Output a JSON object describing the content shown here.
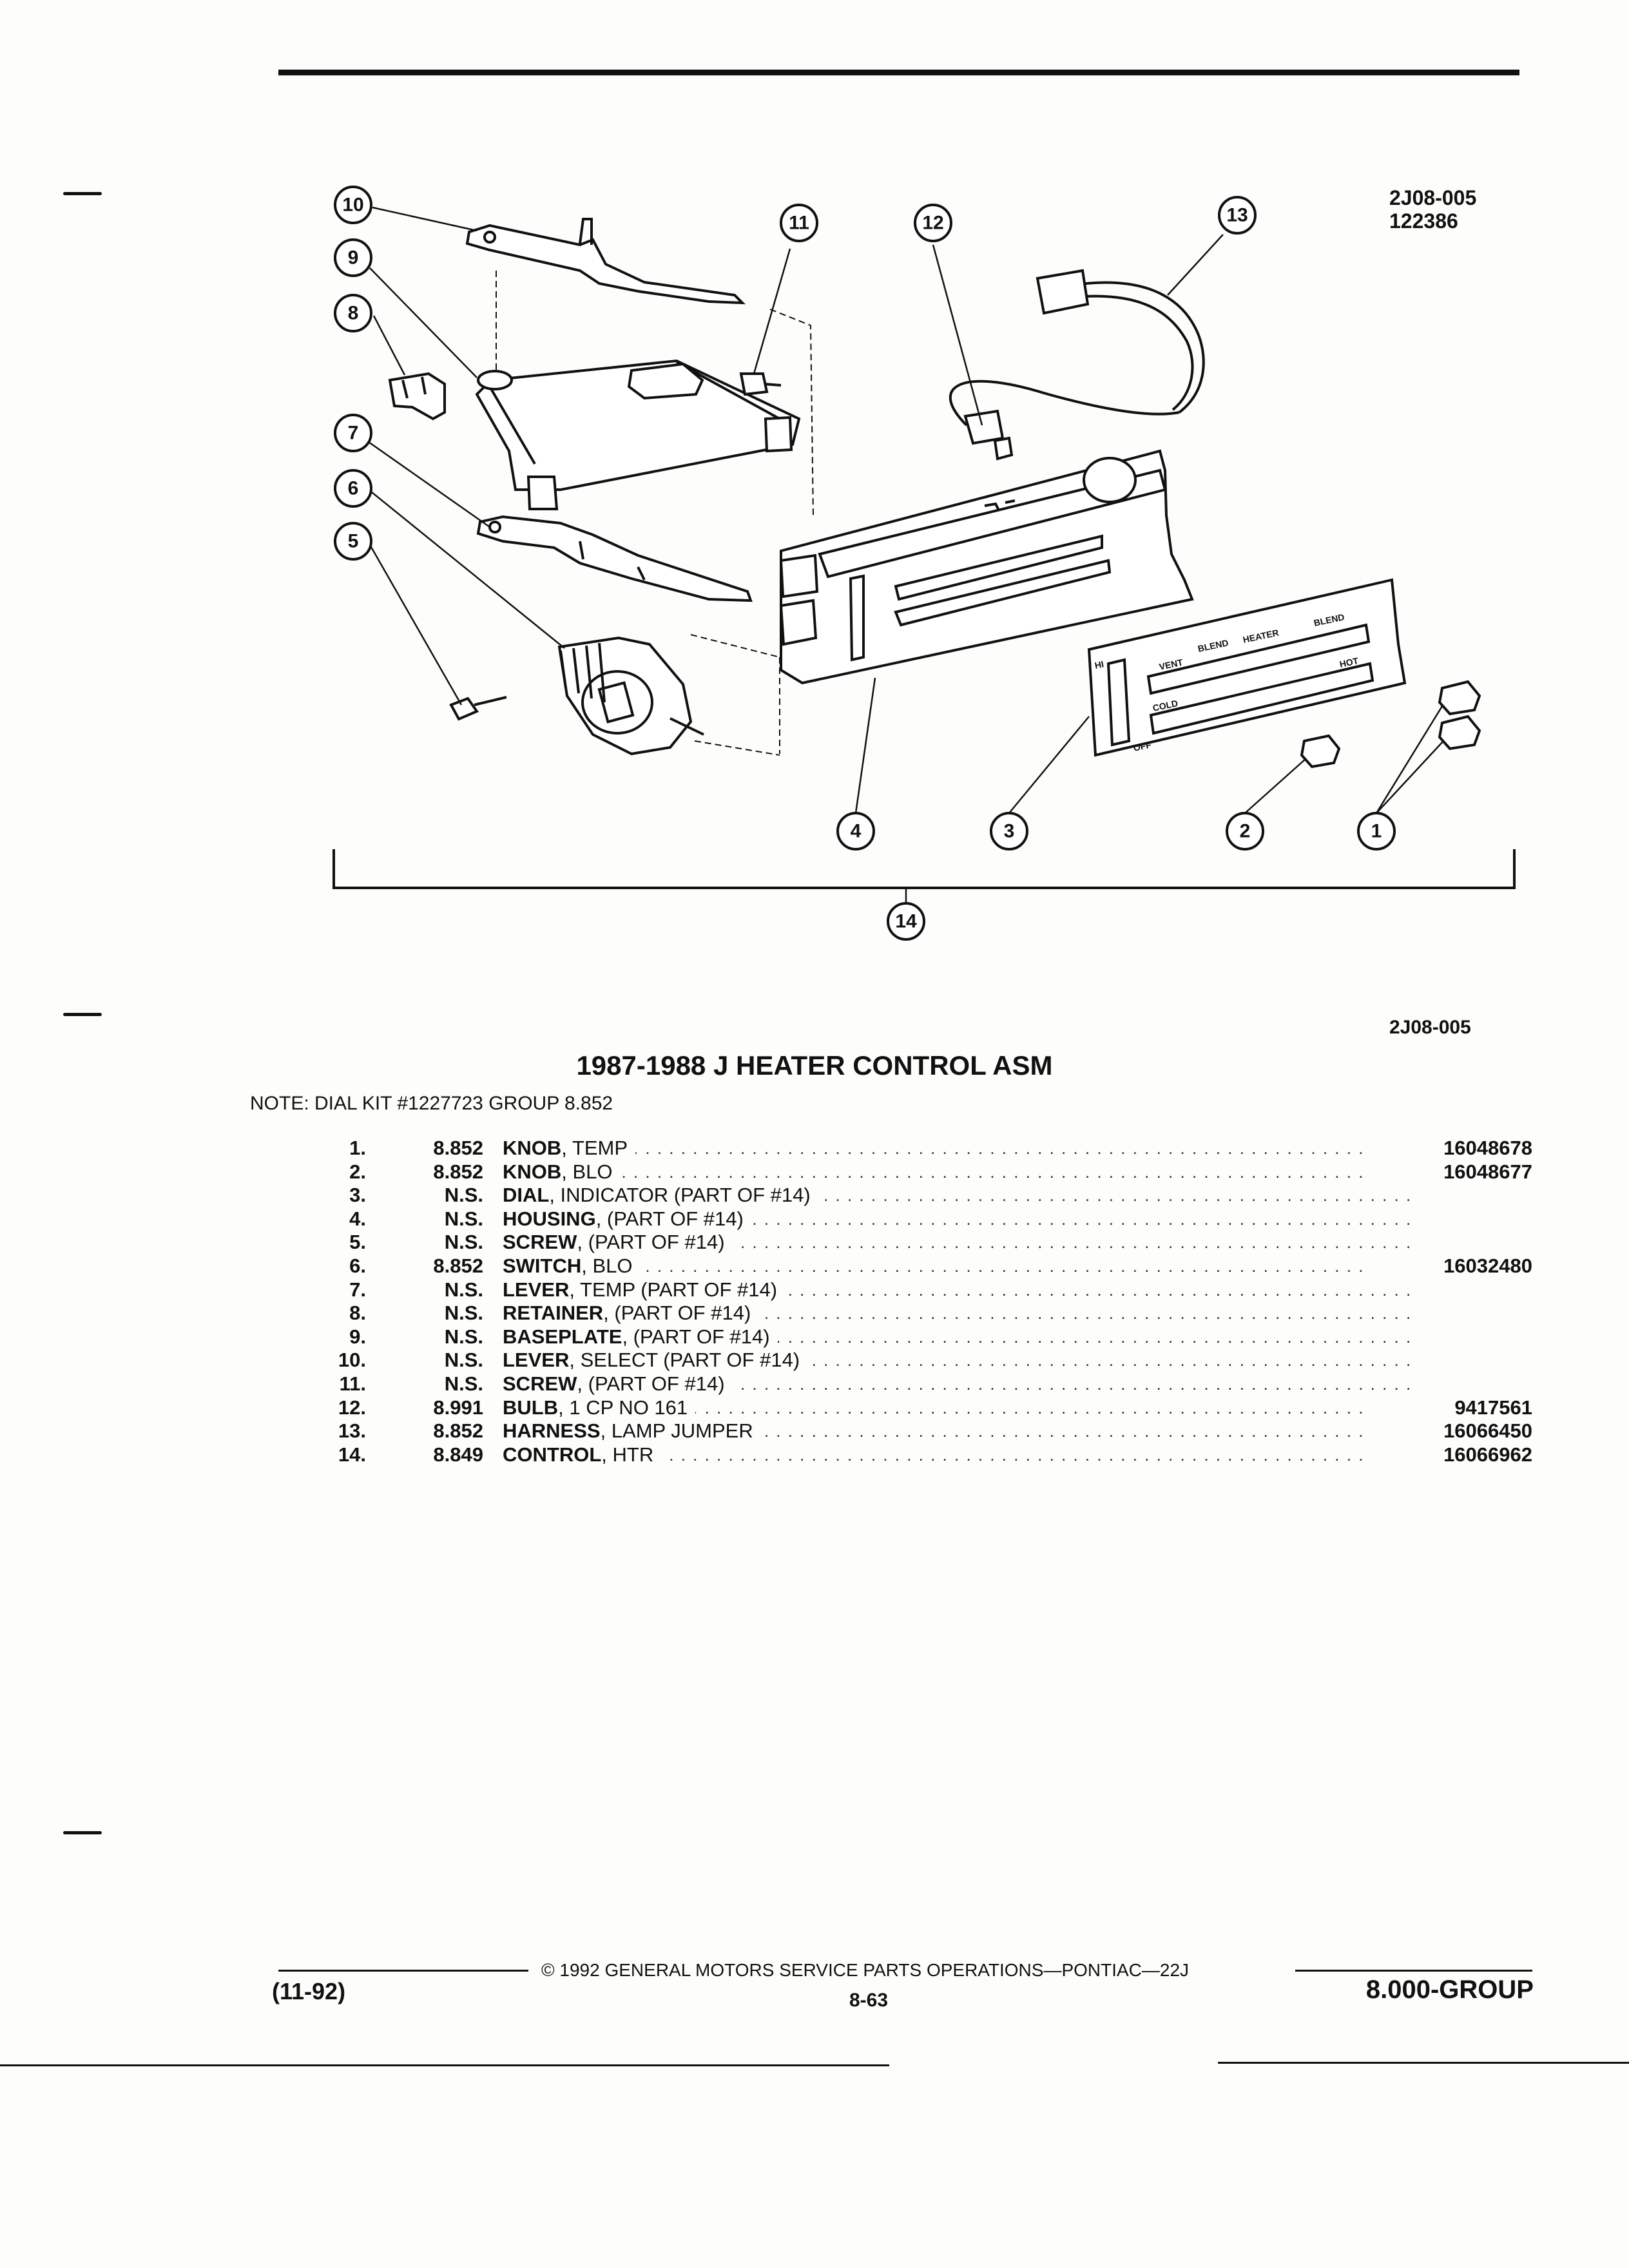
{
  "diagram": {
    "code_top": "2J08-005",
    "code_sub": "122386",
    "code_bottom": "2J08-005",
    "callouts": [
      "1",
      "2",
      "3",
      "4",
      "5",
      "6",
      "7",
      "8",
      "9",
      "10",
      "11",
      "12",
      "13",
      "14"
    ],
    "panel_labels": {
      "hi": "HI",
      "off": "OFF",
      "cold": "COLD",
      "hot": "HOT",
      "vent": "VENT",
      "blend1": "BLEND",
      "heater": "HEATER",
      "blend2": "BLEND"
    }
  },
  "title": "1987-1988 J HEATER CONTROL ASM",
  "note": "NOTE:  DIAL KIT #1227723 GROUP 8.852",
  "parts": [
    {
      "num": "1.",
      "group": "8.852",
      "name": "KNOB",
      "desc": ", TEMP",
      "part_no": "16048678"
    },
    {
      "num": "2.",
      "group": "8.852",
      "name": "KNOB",
      "desc": ", BLO",
      "part_no": "16048677"
    },
    {
      "num": "3.",
      "group": "N.S.",
      "name": "DIAL",
      "desc": ", INDICATOR (PART OF #14)",
      "part_no": ""
    },
    {
      "num": "4.",
      "group": "N.S.",
      "name": "HOUSING",
      "desc": ", (PART OF #14)",
      "part_no": ""
    },
    {
      "num": "5.",
      "group": "N.S.",
      "name": "SCREW",
      "desc": ", (PART OF #14)",
      "part_no": ""
    },
    {
      "num": "6.",
      "group": "8.852",
      "name": "SWITCH",
      "desc": ", BLO",
      "part_no": "16032480"
    },
    {
      "num": "7.",
      "group": "N.S.",
      "name": "LEVER",
      "desc": ", TEMP (PART OF #14)",
      "part_no": ""
    },
    {
      "num": "8.",
      "group": "N.S.",
      "name": "RETAINER",
      "desc": ", (PART OF #14)",
      "part_no": ""
    },
    {
      "num": "9.",
      "group": "N.S.",
      "name": "BASEPLATE",
      "desc": ", (PART OF #14)",
      "part_no": ""
    },
    {
      "num": "10.",
      "group": "N.S.",
      "name": "LEVER",
      "desc": ", SELECT (PART OF #14)",
      "part_no": ""
    },
    {
      "num": "11.",
      "group": "N.S.",
      "name": "SCREW",
      "desc": ", (PART OF #14)",
      "part_no": ""
    },
    {
      "num": "12.",
      "group": "8.991",
      "name": "BULB",
      "desc": ", 1 CP NO 161",
      "part_no": "9417561"
    },
    {
      "num": "13.",
      "group": "8.852",
      "name": "HARNESS",
      "desc": ", LAMP JUMPER",
      "part_no": "16066450"
    },
    {
      "num": "14.",
      "group": "8.849",
      "name": "CONTROL",
      "desc": ", HTR",
      "part_no": "16066962"
    }
  ],
  "footer": {
    "copyright": "©  1992  GENERAL MOTORS SERVICE PARTS OPERATIONS—PONTIAC—22J",
    "date": "(11-92)",
    "page": "8-63",
    "group": "8.000-GROUP"
  }
}
